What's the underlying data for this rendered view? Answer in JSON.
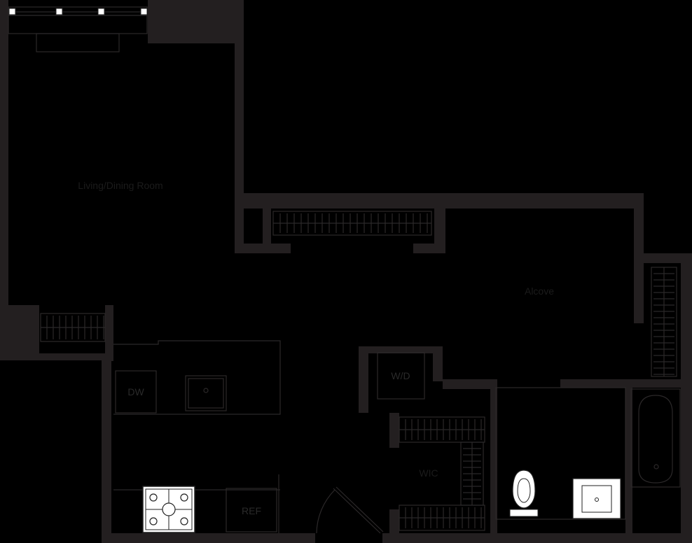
{
  "rooms": {
    "living_dining": "Living/Dining Room",
    "alcove": "Alcove",
    "wic": "WIC"
  },
  "fixtures": {
    "dishwasher": "DW",
    "washer_dryer": "W/D",
    "refrigerator": "REF"
  },
  "colors": {
    "background": "#000000",
    "wall": "#231f20",
    "fixture_fill": "#ffffff"
  }
}
